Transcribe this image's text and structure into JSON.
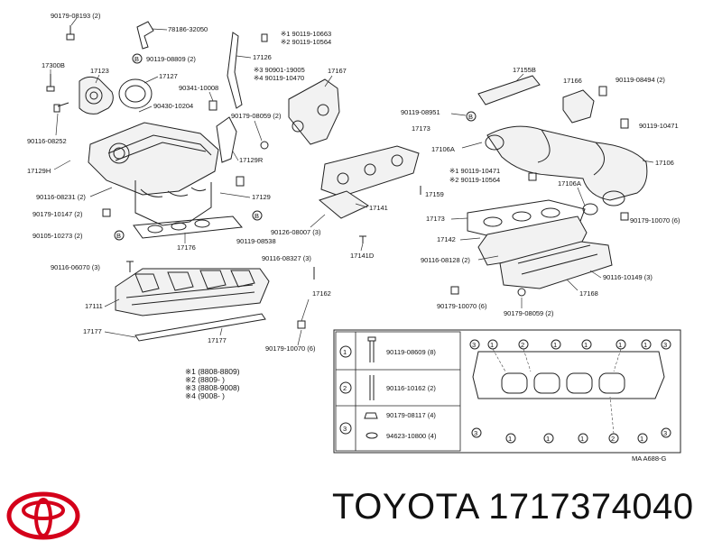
{
  "diagram": {
    "labels": {
      "p90179_08193": "90179-08193 (2)",
      "p78186_32050": "78186-32050",
      "p90119_10663": "※1 90119-10663",
      "p90119_10564": "※2 90119-10564",
      "p17300B": "17300B",
      "p17123": "17123",
      "p90119_08809": "90119-08809 (2)",
      "p17127": "17127",
      "p17126": "17126",
      "p90901_19005": "※3 90901-19005",
      "p90119_10470": "※4 90119-10470",
      "p17167": "17167",
      "p17155B": "17155B",
      "p17166": "17166",
      "p90119_08494": "90119-08494 (2)",
      "p90341_10008": "90341-10008",
      "p90430_10204": "90430-10204",
      "p90179_08059a": "90179-08059 (2)",
      "p90119_08951": "90119-08951",
      "p90119_10471a": "90119-10471",
      "p90116_08252": "90116-08252",
      "p17173a": "17173",
      "p17106A_a": "17106A",
      "p17106": "17106",
      "p17129H": "17129H",
      "p90119_10471b": "※1 90119-10471",
      "p90119_10564b": "※2 90119-10564",
      "p17129R": "17129R",
      "p17159": "17159",
      "p17106A_b": "17106A",
      "p90116_08231": "90116-08231 (2)",
      "p17129": "17129",
      "p17141": "17141",
      "p90179_10147": "90179-10147 (2)",
      "p90126_08007": "90126-08007 (3)",
      "p17173b": "17173",
      "p90179_10070a": "90179-10070 (6)",
      "p90105_10273": "90105-10273 (2)",
      "p90119_08538": "90119-08538",
      "p17142": "17142",
      "p17176": "17176",
      "p90116_08327": "90116-08327 (3)",
      "p17141D": "17141D",
      "p90116_08128": "90116-08128 (2)",
      "p90116_06070": "90116-06070 (3)",
      "p90116_10149": "90116-10149 (3)",
      "p17111": "17111",
      "p17162": "17162",
      "p17168": "17168",
      "p90179_10070b": "90179-10070 (6)",
      "p90179_08059b": "90179-08059 (2)",
      "p17177a": "17177",
      "p17177b": "17177",
      "p90179_10070c": "90179-10070 (6)",
      "code1": "※1 (8808-8809)",
      "code2": "※2 (8809-  )",
      "code3": "※3 (8808-9008)",
      "code4": "※4 (9008-  )",
      "figure_code": "MA A688-G"
    },
    "legend": {
      "row1_num": "1",
      "row1_part": "90119-08609 (8)",
      "row2_num": "2",
      "row2_part": "90116-10162 (2)",
      "row3_num": "3",
      "row3_part_a": "90179-08117 (4)",
      "row3_part_b": "94623-10800 (4)"
    },
    "gasket_markers": {
      "three": "3",
      "one": "1",
      "two": "2"
    }
  },
  "footer": {
    "brand": "TOYOTA",
    "part_number": "1717374040",
    "logo_icon": "toyota-logo-icon",
    "logo_color": "#d4001a"
  }
}
